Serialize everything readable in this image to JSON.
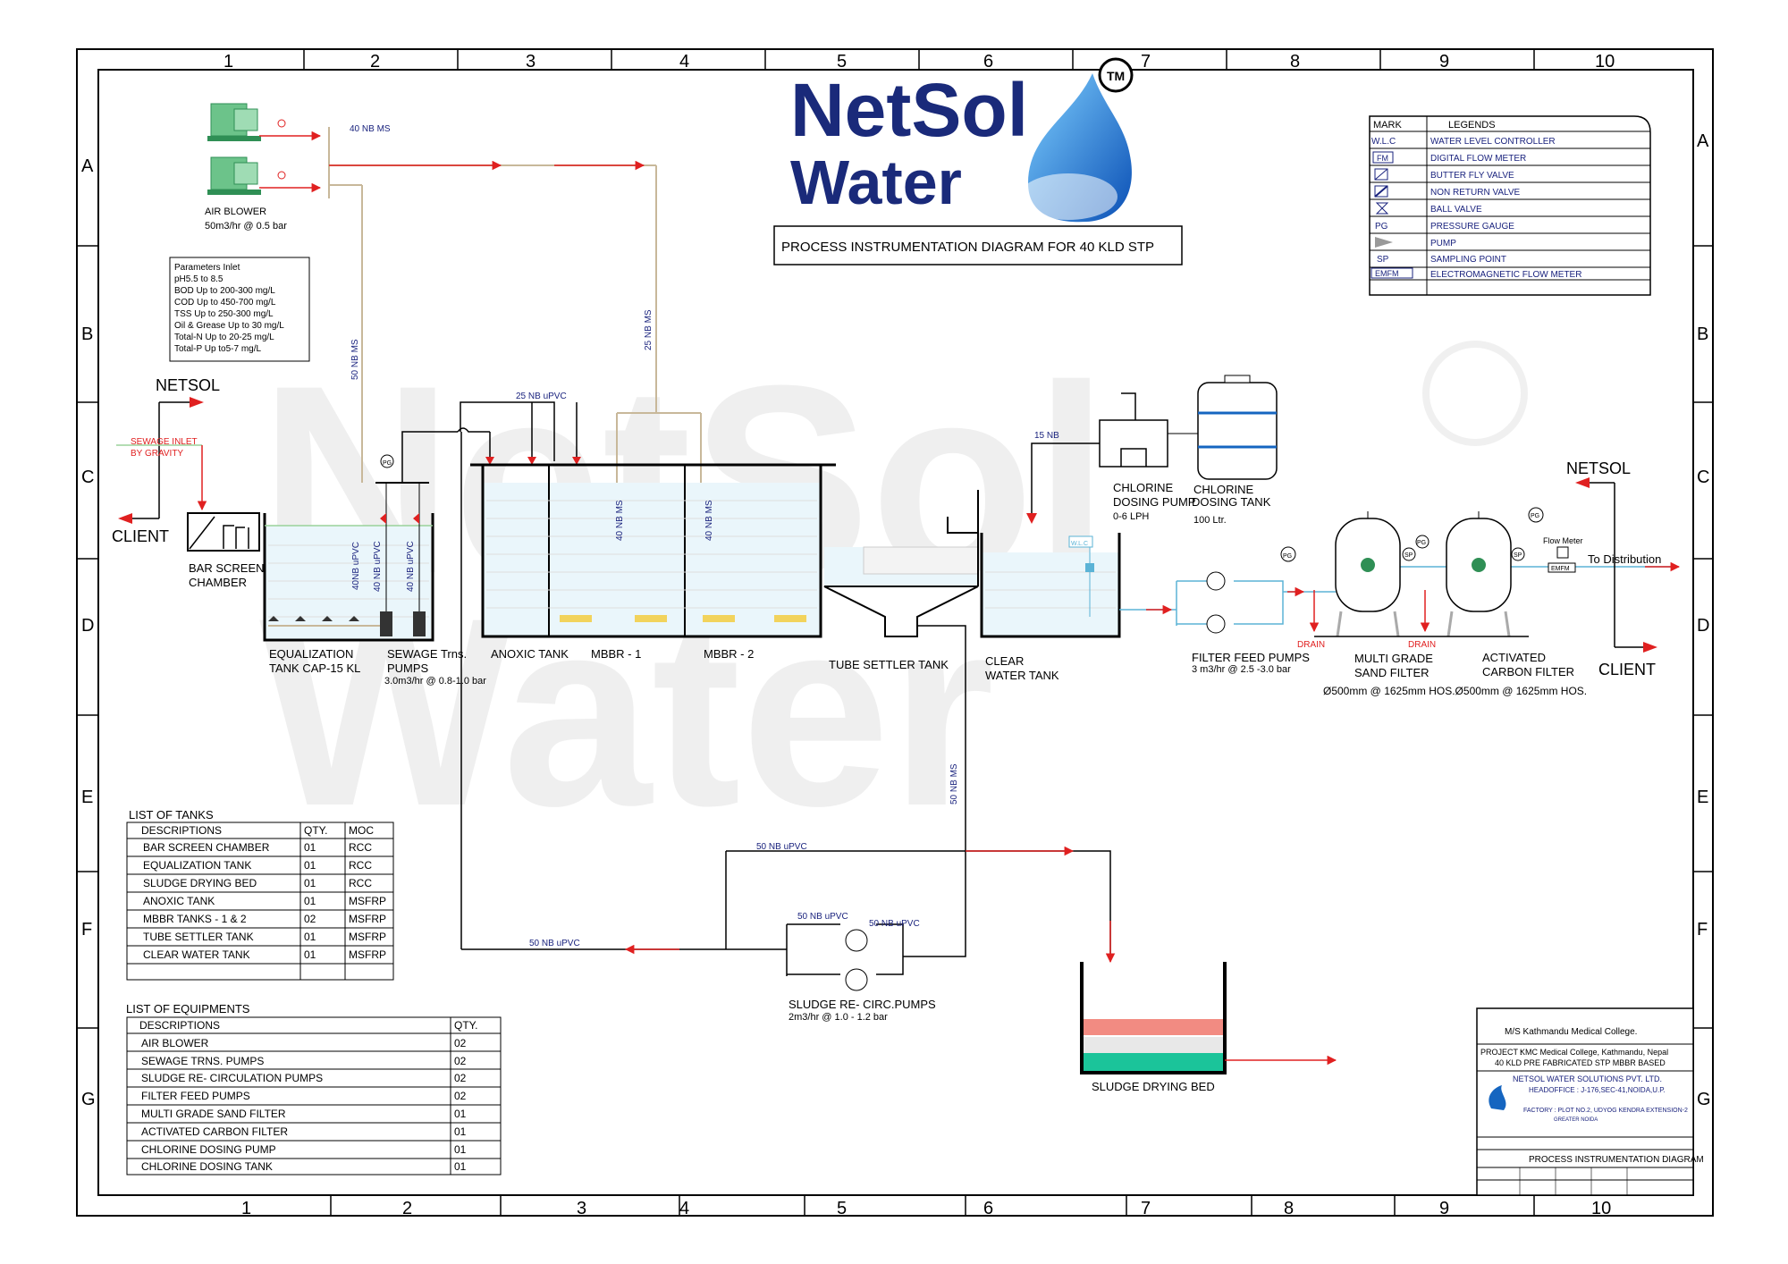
{
  "header": {
    "brand_line1": "NetSol",
    "brand_line2": "Water",
    "tm": "TM",
    "title": "PROCESS INSTRUMENTATION DIAGRAM FOR 40 KLD STP"
  },
  "grid": {
    "columns": [
      "1",
      "2",
      "3",
      "4",
      "5",
      "6",
      "7",
      "8",
      "9",
      "10"
    ],
    "rows": [
      "A",
      "B",
      "C",
      "D",
      "E",
      "F",
      "G"
    ]
  },
  "legend": {
    "mark_header": "MARK",
    "legends_header": "LEGENDS",
    "items": [
      {
        "mark": "W.L.C",
        "label": "WATER LEVEL CONTROLLER"
      },
      {
        "mark": "FM",
        "label": "DIGITAL FLOW METER"
      },
      {
        "mark": "",
        "label": "BUTTER FLY VALVE"
      },
      {
        "mark": "",
        "label": "NON RETURN VALVE"
      },
      {
        "mark": "",
        "label": "BALL VALVE"
      },
      {
        "mark": "PG",
        "label": "PRESSURE GAUGE"
      },
      {
        "mark": "",
        "label": "PUMP"
      },
      {
        "mark": "SP",
        "label": "SAMPLING POINT"
      },
      {
        "mark": "EMFM",
        "label": "ELECTROMAGNETIC FLOW METER"
      }
    ]
  },
  "params": {
    "lines": [
      "Parameters Inlet",
      "pH5.5 to 8.5",
      "BOD Up to 200-300 mg/L",
      "COD Up to 450-700 mg/L",
      "TSS Up to 250-300 mg/L",
      "Oil & Grease Up to 30 mg/L",
      "Total-N Up to 20-25 mg/L",
      "Total-P Up to5-7 mg/L"
    ]
  },
  "labels": {
    "air_blower": "AIR BLOWER",
    "air_blower_spec": "50m3/hr @ 0.5 bar",
    "pipe_40nb_ms": "40 NB MS",
    "pipe_50nb_ms": "50 NB MS",
    "pipe_25nb_ms": "25 NB MS",
    "pipe_25nb_upvc": "25 NB uPVC",
    "pipe_40nb_ms_v": "40 NB MS",
    "pipe_40nb_upvc_a": "40NB uPVC",
    "pipe_40nb_upvc_b": "40 NB uPVC",
    "pipe_15nb": "15 NB",
    "pipe_50nb_ms_v": "50 NB MS",
    "pipe_50nb_upvc": "50 NB uPVC",
    "netsol_left": "NETSOL",
    "client_left": "CLIENT",
    "sewage_inlet_1": "SEWAGE INLET",
    "sewage_inlet_2": "BY GRAVITY",
    "bar_screen_1": "BAR SCREEN",
    "bar_screen_2": "CHAMBER",
    "eq_tank_1": "EQUALIZATION",
    "eq_tank_2": "TANK CAP-15 KL",
    "sewage_pumps_1": "SEWAGE Trns.",
    "sewage_pumps_2": "PUMPS",
    "sewage_pumps_3": "3.0m3/hr @ 0.8-1.0 bar",
    "anoxic": "ANOXIC TANK",
    "mbbr1": "MBBR - 1",
    "mbbr2": "MBBR - 2",
    "tube_settler": "TUBE SETTLER TANK",
    "clear_water_1": "CLEAR",
    "clear_water_2": "WATER TANK",
    "chl_pump_1": "CHLORINE",
    "chl_pump_2": "DOSING PUMP",
    "chl_pump_3": "0-6 LPH",
    "chl_tank_1": "CHLORINE",
    "chl_tank_2": "DOSING TANK",
    "chl_tank_3": "100 Ltr.",
    "filter_pumps_1": "FILTER FEED PUMPS",
    "filter_pumps_2": "3 m3/hr @ 2.5 -3.0 bar",
    "msf_1": "MULTI GRADE",
    "msf_2": "SAND FILTER",
    "acf_1": "ACTIVATED",
    "acf_2": "CARBON FILTER",
    "filter_dims": "Ø500mm @ 1625mm HOS.Ø500mm @ 1625mm HOS.",
    "drain": "DRAIN",
    "netsol_right": "NETSOL",
    "client_right": "CLIENT",
    "to_distribution": "To Distribution",
    "flow_meter": "Flow Meter",
    "sludge_pumps_1": "SLUDGE RE- CIRC.PUMPS",
    "sludge_pumps_2": "2m3/hr @ 1.0 - 1.2 bar",
    "sludge_bed": "SLUDGE DRYING BED",
    "pg": "PG",
    "sp": "SP",
    "emfm": "EMFM",
    "wlc": "W.L.C"
  },
  "tanks_table": {
    "title": "LIST OF TANKS",
    "headers": [
      "DESCRIPTIONS",
      "QTY.",
      "MOC"
    ],
    "rows": [
      [
        "BAR SCREEN CHAMBER",
        "01",
        "RCC"
      ],
      [
        "EQUALIZATION TANK",
        "01",
        "RCC"
      ],
      [
        "SLUDGE DRYING BED",
        "01",
        "RCC"
      ],
      [
        "ANOXIC TANK",
        "01",
        "MSFRP"
      ],
      [
        "MBBR TANKS - 1 & 2",
        "02",
        "MSFRP"
      ],
      [
        "TUBE SETTLER TANK",
        "01",
        "MSFRP"
      ],
      [
        "CLEAR WATER TANK",
        "01",
        "MSFRP"
      ]
    ]
  },
  "equipment_table": {
    "title": "LIST OF EQUIPMENTS",
    "headers": [
      "DESCRIPTIONS",
      "QTY."
    ],
    "rows": [
      [
        "AIR BLOWER",
        "02"
      ],
      [
        "SEWAGE TRNS. PUMPS",
        "02"
      ],
      [
        "SLUDGE RE- CIRCULATION PUMPS",
        "02"
      ],
      [
        "FILTER FEED PUMPS",
        "02"
      ],
      [
        "MULTI GRADE SAND FILTER",
        "01"
      ],
      [
        "ACTIVATED CARBON FILTER",
        "01"
      ],
      [
        "CHLORINE DOSING PUMP",
        "01"
      ],
      [
        "CHLORINE DOSING TANK",
        "01"
      ]
    ]
  },
  "title_block": {
    "client": "M/S Kathmandu Medical College.",
    "project_label": "PROJECT :",
    "project_1": "KMC Medical College, Kathmandu, Nepal",
    "project_2": "40 KLD PRE FABRICATED STP MBBR BASED",
    "company": "NETSOL WATER SOLUTIONS PVT. LTD.",
    "head_office": "HEADOFFICE : J-176,SEC-41,NOIDA,U.P.",
    "factory": "FACTORY : PLOT NO.2, UDYOG KENDRA EXTENSION-2",
    "factory_city": "GREATER NOIDA",
    "drawing_title": "PROCESS INSTRUMENTATION DIAGRAM"
  },
  "colors": {
    "pipe": "#c8b89a",
    "arrow": "#e02020",
    "blue": "#1a237e",
    "brand": "#1a2a7a",
    "water": "#a8d8e8",
    "sludge_red": "#f28b82",
    "sludge_green": "#1bc49a"
  }
}
